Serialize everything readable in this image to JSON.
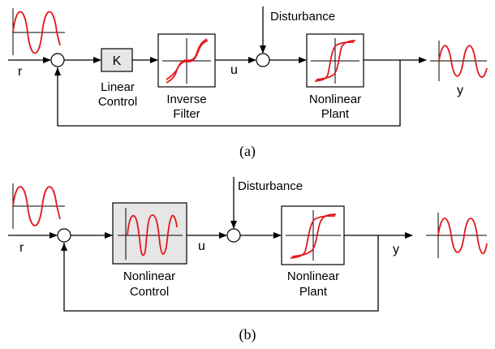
{
  "panel_a": {
    "caption": "(a)",
    "input_label": "r",
    "output_label": "y",
    "disturbance_label": "Disturbance",
    "control_signal_label": "u",
    "gain_symbol": "K",
    "gain_block_line1": "Linear",
    "gain_block_line2": "Control",
    "filter_block_line1": "Inverse",
    "filter_block_line2": "Filter",
    "plant_block_line1": "Nonlinear",
    "plant_block_line2": "Plant"
  },
  "panel_b": {
    "caption": "(b)",
    "input_label": "r",
    "output_label": "y",
    "disturbance_label": "Disturbance",
    "control_signal_label": "u",
    "control_block_line1": "Nonlinear",
    "control_block_line2": "Control",
    "plant_block_line1": "Nonlinear",
    "plant_block_line2": "Plant"
  },
  "colors": {
    "signal": "#e0191e",
    "line": "#000000",
    "shaded_block": "#e6e6e6"
  }
}
